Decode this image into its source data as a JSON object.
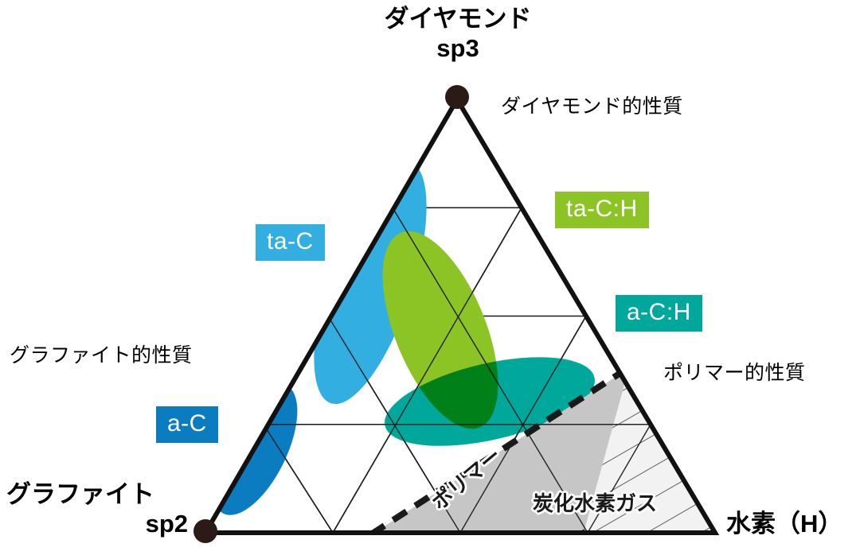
{
  "figure": {
    "type": "ternary-phase-diagram",
    "title": "DLC ternary phase diagram (sp2 / sp3 / H)",
    "background_color": "#ffffff"
  },
  "vertices": {
    "top": {
      "name": "ダイヤモンド",
      "sub": "sp3",
      "has_dot": true,
      "dot_color": "#2b1a16"
    },
    "bottom_left": {
      "name": "グラファイト",
      "sub": "sp2",
      "has_dot": true,
      "dot_color": "#2b1a16"
    },
    "bottom_right": {
      "name": "水素（H）",
      "sub": "",
      "has_dot": false,
      "dot_color": "#2b1a16"
    }
  },
  "property_annotations": [
    {
      "key": "diamond_like",
      "label": "ダイヤモンド的性質"
    },
    {
      "key": "graphite_like",
      "label": "グラファイト的性質"
    },
    {
      "key": "polymer_like",
      "label": "ポリマー的性質"
    }
  ],
  "phase_chips": [
    {
      "key": "ta-c",
      "label": "ta-C",
      "color": "#33aee0",
      "text_color": "#ffffff"
    },
    {
      "key": "ta-c-h",
      "label": "ta-C:H",
      "color": "#8cc426",
      "text_color": "#ffffff"
    },
    {
      "key": "a-c-h",
      "label": "a-C:H",
      "color": "#00a79b",
      "text_color": "#ffffff"
    },
    {
      "key": "a-c",
      "label": "a-C",
      "color": "#0b7cc0",
      "text_color": "#ffffff"
    }
  ],
  "region_labels": [
    {
      "key": "polymer",
      "label": "ポリマー"
    },
    {
      "key": "hydrocarbon_gas",
      "label": "炭化水素ガス"
    }
  ],
  "chart_data": {
    "type": "ternary",
    "title": "",
    "axes": [
      "sp3 (ダイヤモンド)",
      "sp2 (グラファイト)",
      "H (水素)"
    ],
    "grid": {
      "divisions": 4,
      "show": true
    },
    "corner_labels": {
      "top": "ダイヤモンド sp3",
      "bottom_left": "グラファイト sp2",
      "bottom_right": "水素（H）"
    },
    "regions": [
      {
        "name": "ta-C",
        "shape": "ellipse",
        "color": "#33aee0",
        "position": "left edge, upper-middle (high sp3, low H)"
      },
      {
        "name": "a-C",
        "shape": "ellipse",
        "color": "#0b7cc0",
        "position": "left edge, lower (low sp3, low H)"
      },
      {
        "name": "ta-C:H",
        "shape": "ellipse",
        "color": "#8cc426",
        "position": "center, tilted toward sp3 apex (moderate H)"
      },
      {
        "name": "a-C:H",
        "shape": "ellipse",
        "color": "#00a79b",
        "position": "center-right, horizontal (moderate sp3, higher H)"
      },
      {
        "name": "ポリマー",
        "shape": "band",
        "color": "#c6c6c6",
        "position": "lower-right diagonal band, dashed borders"
      },
      {
        "name": "炭化水素ガス",
        "shape": "hatched-triangle",
        "color": "#f2f2f2",
        "position": "bottom-right corner (highest H)"
      }
    ],
    "legend_position": "inline chips"
  }
}
